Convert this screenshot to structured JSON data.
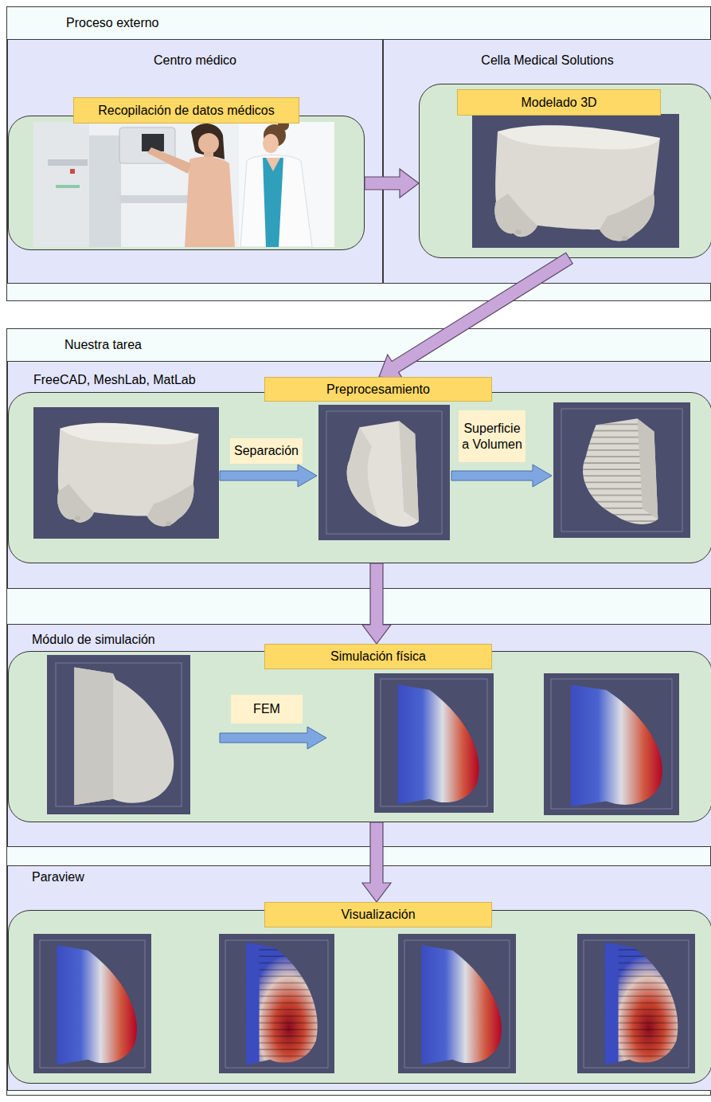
{
  "diagram": {
    "nodes": [
      {
        "text": [
          "Proceso externo"
        ]
      },
      {
        "text": [
          "Centro médico"
        ],
        "in": 0
      },
      {
        "text": [
          "Recopilación de datos médicos"
        ],
        "in": 1
      },
      {
        "text": [
          "Cella Medical Solutions"
        ],
        "in": 0
      },
      {
        "text": [
          "Modelado 3D"
        ],
        "in": 3
      },
      {
        "text": [
          "Nuestra tarea"
        ]
      },
      {
        "text": [
          "FreeCAD, MeshLab, MatLab"
        ],
        "in": 5
      },
      {
        "text": [
          "Preprocesamiento"
        ],
        "in": 6
      },
      {
        "text": [
          "Separación"
        ],
        "in": 7
      },
      {
        "text": [
          "Superficie a Volumen"
        ],
        "in": 7
      },
      {
        "text": [
          "Módulo de simulación"
        ],
        "in": 5
      },
      {
        "text": [
          "Simulación física"
        ],
        "in": 10
      },
      {
        "text": [
          "FEM"
        ],
        "in": 11
      },
      {
        "text": [
          "Paraview"
        ],
        "in": 5
      },
      {
        "text": [
          "Visualización"
        ],
        "in": 13
      }
    ],
    "edges": [
      {
        "from": 2,
        "to": 4,
        "arrow": "to"
      },
      {
        "from": 4,
        "to": 7,
        "arrow": "to"
      },
      {
        "from": 7,
        "to": 11,
        "arrow": "to"
      },
      {
        "from": 11,
        "to": 14,
        "arrow": "to"
      }
    ]
  }
}
